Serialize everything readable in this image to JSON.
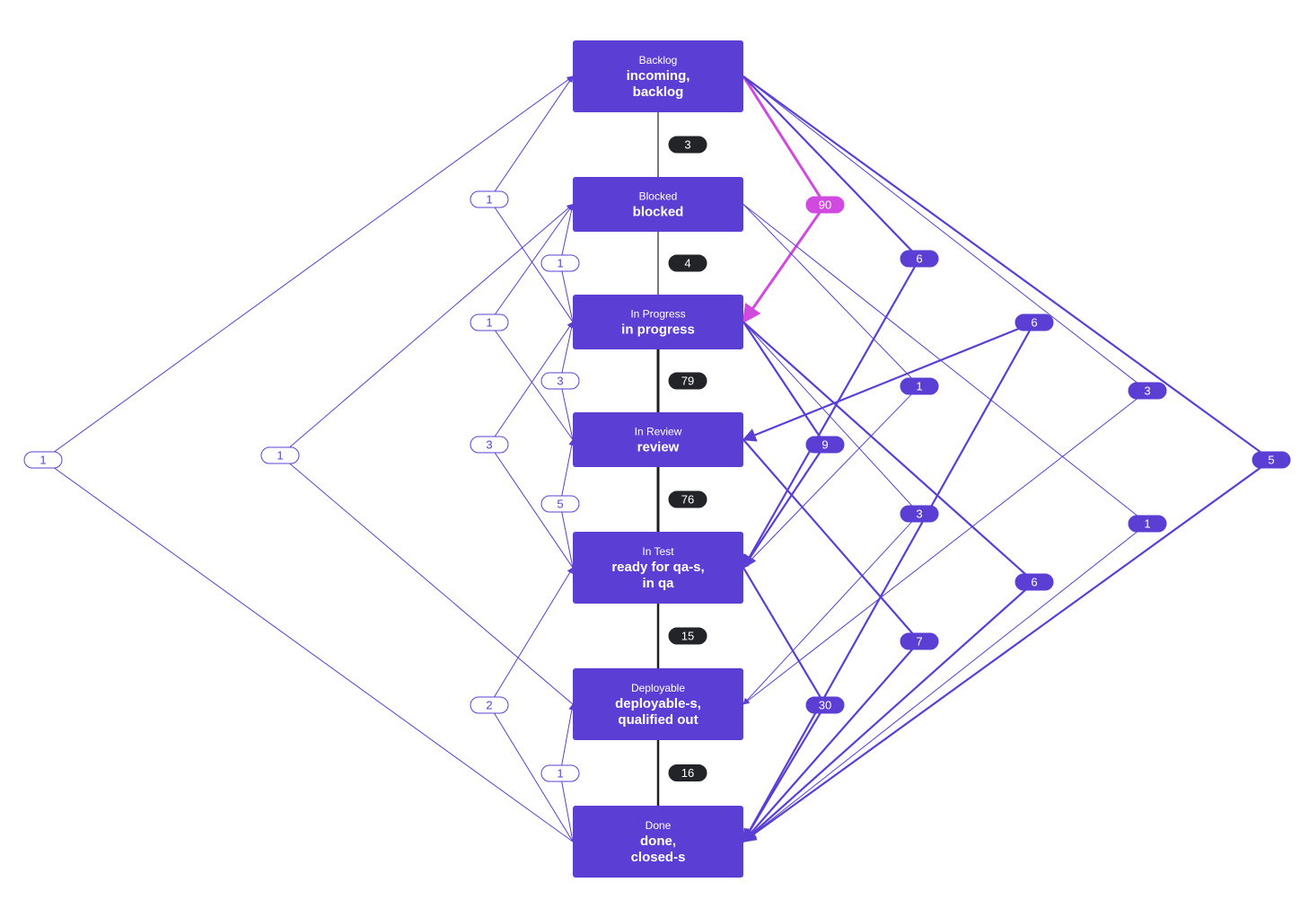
{
  "colors": {
    "node": "#5b3fd4",
    "forward": "#5b3fd4",
    "backward": "#5b3fd4",
    "main": "#1f1f1f",
    "highlight": "#d04ae0",
    "badge_dark": "#222428",
    "badge_text_light": "#ffffff"
  },
  "nodes": [
    {
      "id": "backlog",
      "type": "Backlog",
      "status": [
        "incoming,",
        "backlog"
      ]
    },
    {
      "id": "blocked",
      "type": "Blocked",
      "status": [
        "blocked"
      ]
    },
    {
      "id": "inprogress",
      "type": "In Progress",
      "status": [
        "in progress"
      ]
    },
    {
      "id": "inreview",
      "type": "In Review",
      "status": [
        "review"
      ]
    },
    {
      "id": "intest",
      "type": "In Test",
      "status": [
        "ready for qa-s,",
        "in qa"
      ]
    },
    {
      "id": "deployable",
      "type": "Deployable",
      "status": [
        "deployable-s,",
        "qualified out"
      ]
    },
    {
      "id": "done",
      "type": "Done",
      "status": [
        "done,",
        "closed-s"
      ]
    }
  ],
  "main_flow": [
    {
      "from": "backlog",
      "to": "blocked",
      "count": "3"
    },
    {
      "from": "blocked",
      "to": "inprogress",
      "count": "4"
    },
    {
      "from": "inprogress",
      "to": "inreview",
      "count": "79"
    },
    {
      "from": "inreview",
      "to": "intest",
      "count": "76"
    },
    {
      "from": "intest",
      "to": "deployable",
      "count": "15"
    },
    {
      "from": "deployable",
      "to": "done",
      "count": "16"
    }
  ],
  "forward_skips": [
    {
      "from": "backlog",
      "to": "inprogress",
      "count": "90",
      "highlight": true
    },
    {
      "from": "backlog",
      "to": "intest",
      "count": "6"
    },
    {
      "from": "backlog",
      "to": "deployable",
      "count": "3"
    },
    {
      "from": "backlog",
      "to": "done",
      "count": "5"
    },
    {
      "from": "blocked",
      "to": "intest",
      "count": "1"
    },
    {
      "from": "blocked",
      "to": "done",
      "count": "1"
    },
    {
      "from": "inprogress",
      "to": "intest",
      "count": "9"
    },
    {
      "from": "inprogress",
      "to": "deployable",
      "count": "3"
    },
    {
      "from": "inprogress",
      "to": "done",
      "count": "6"
    },
    {
      "from": "inreview",
      "to": "done",
      "count": "7"
    },
    {
      "from": "intest",
      "to": "done",
      "count": "30"
    }
  ],
  "backward_edges": [
    {
      "from": "done",
      "to": "backlog",
      "count": "1"
    },
    {
      "from": "deployable",
      "to": "blocked",
      "count": "1"
    },
    {
      "from": "inprogress",
      "to": "backlog",
      "count": "1"
    },
    {
      "from": "inprogress",
      "to": "blocked",
      "count": "1"
    },
    {
      "from": "inreview",
      "to": "blocked",
      "count": "1"
    },
    {
      "from": "inreview",
      "to": "inprogress",
      "count": "3"
    },
    {
      "from": "intest",
      "to": "inprogress",
      "count": "3"
    },
    {
      "from": "intest",
      "to": "inreview",
      "count": "5"
    },
    {
      "from": "done",
      "to": "intest",
      "count": "2"
    },
    {
      "from": "done",
      "to": "deployable",
      "count": "1"
    }
  ],
  "extra_backward": [
    {
      "from": "done",
      "to": "inreview",
      "count": "6",
      "side": "right"
    }
  ]
}
